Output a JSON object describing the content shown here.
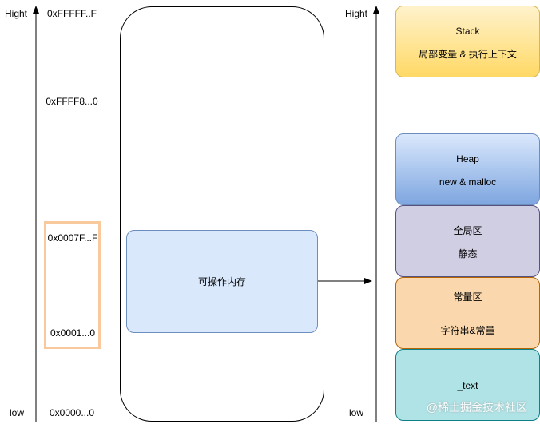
{
  "left_axis": {
    "top_label": "Hight",
    "bottom_label": "low",
    "addresses": {
      "top": "0xFFFFF..F",
      "upper": "0xFFFF8...0",
      "range_start": "0x0007F...F",
      "range_end": "0x0001...0",
      "bottom": "0x0000...0"
    }
  },
  "memory_block": {
    "label": "可操作内存"
  },
  "right_axis": {
    "top_label": "Hight",
    "bottom_label": "low"
  },
  "segments": {
    "stack": {
      "title": "Stack",
      "desc": "局部变量 & 执行上下文"
    },
    "heap": {
      "title": "Heap",
      "desc": "new &  malloc"
    },
    "global": {
      "title": "全局区",
      "desc": "静态"
    },
    "const": {
      "title": "常量区",
      "desc": "字符串&常量"
    },
    "text": {
      "title": "_text"
    }
  },
  "watermark": "@稀土掘金技术社区"
}
